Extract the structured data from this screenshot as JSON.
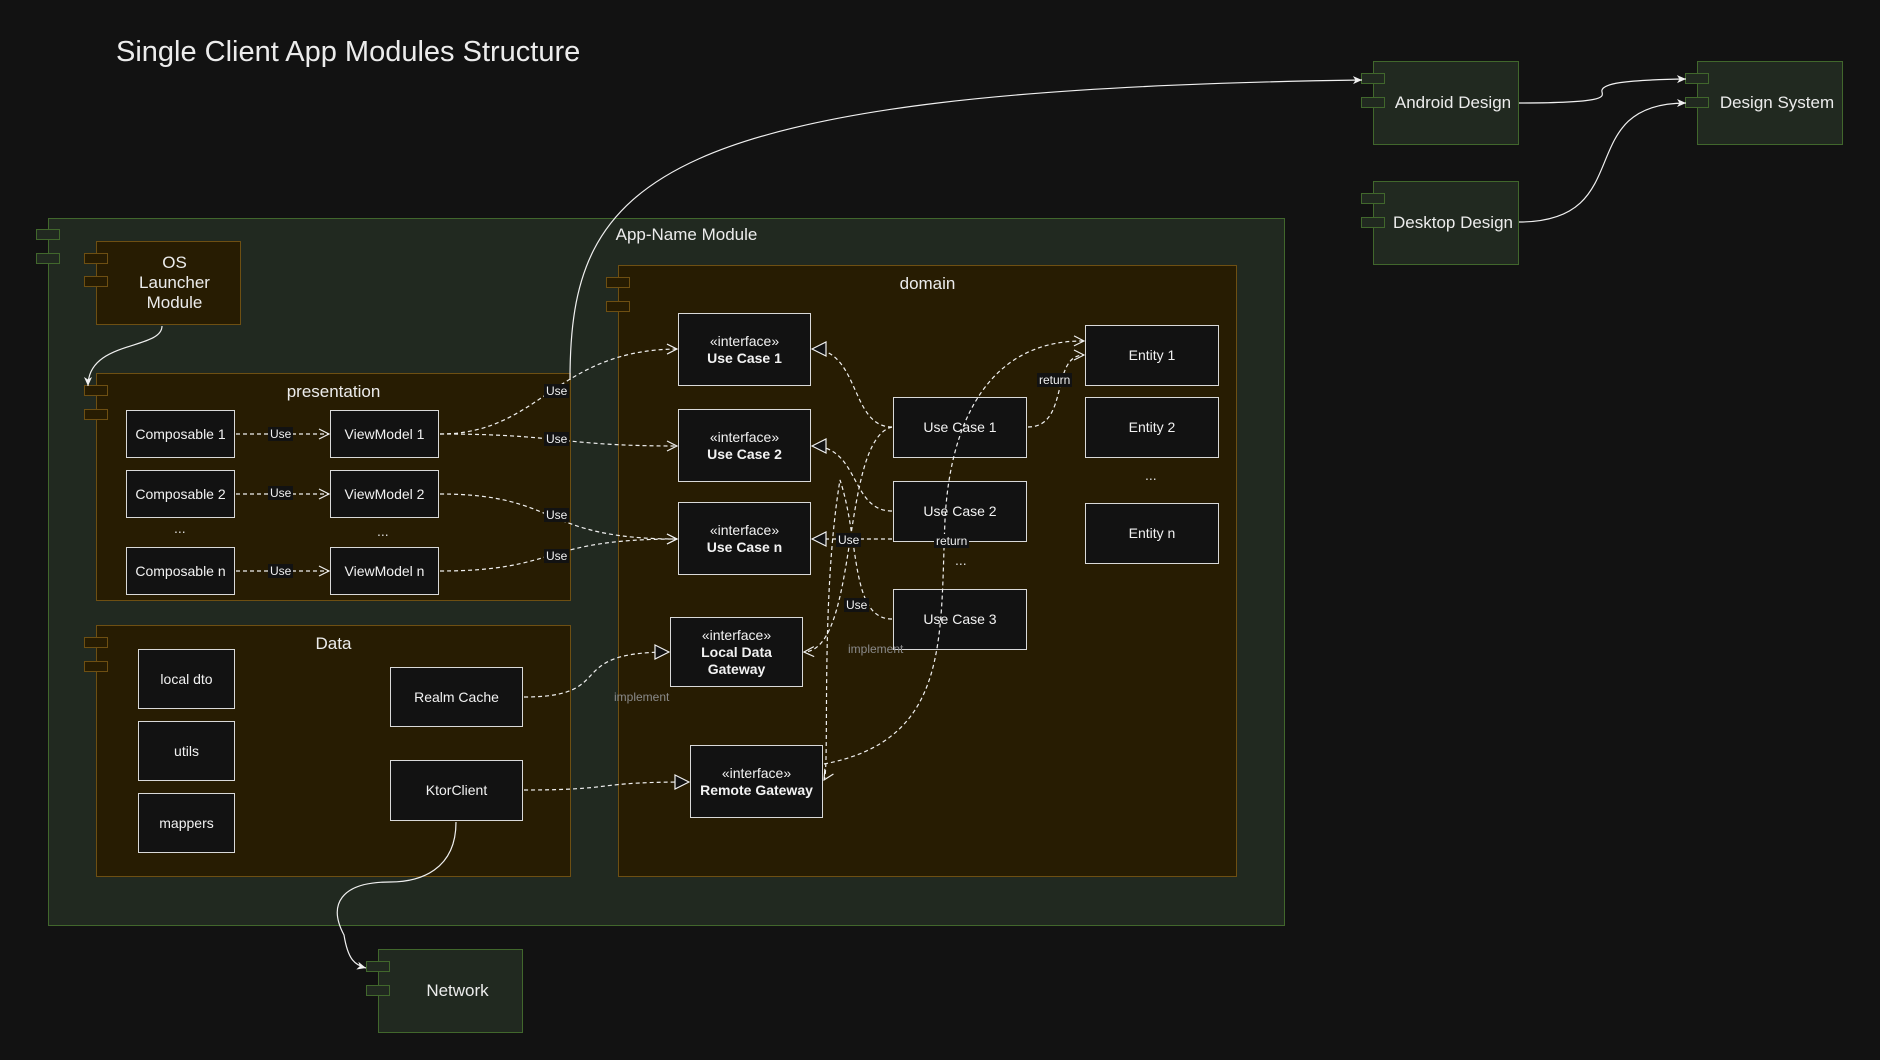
{
  "title": "Single Client App Modules Structure",
  "app_module": {
    "label": "App-Name Module"
  },
  "os_launcher": {
    "label": "OS Launcher Module"
  },
  "presentation": {
    "label": "presentation",
    "composables": [
      "Composable 1",
      "Composable 2",
      "Composable n"
    ],
    "viewmodels": [
      "ViewModel 1",
      "ViewModel 2",
      "ViewModel n"
    ],
    "ellipsis": "..."
  },
  "data_module": {
    "label": "Data",
    "items": [
      "local dto",
      "utils",
      "mappers"
    ],
    "realm_cache": "Realm Cache",
    "ktor_client": "KtorClient"
  },
  "domain": {
    "label": "domain",
    "stereotype": "«interface»",
    "interfaces": [
      "Use Case 1",
      "Use Case 2",
      "Use Case n"
    ],
    "local_gateway": "Local Data Gateway",
    "remote_gateway": "Remote Gateway",
    "use_cases": [
      "Use Case 1",
      "Use Case 2",
      "Use Case 3"
    ],
    "use_case_ellipsis": "...",
    "entities": [
      "Entity 1",
      "Entity 2",
      "Entity n"
    ],
    "entity_ellipsis": "..."
  },
  "external": {
    "android_design": "Android Design",
    "desktop_design": "Desktop Design",
    "design_system": "Design System",
    "network": "Network"
  },
  "edge_labels": {
    "use": "Use",
    "return": "return",
    "implement": "implement"
  },
  "colors": {
    "background": "#121212",
    "green_module_fill": "#212920",
    "green_module_border": "#41672c",
    "brown_module_fill": "#271c02",
    "brown_module_border": "#6e4f12",
    "box_border": "#d9d9d9"
  }
}
